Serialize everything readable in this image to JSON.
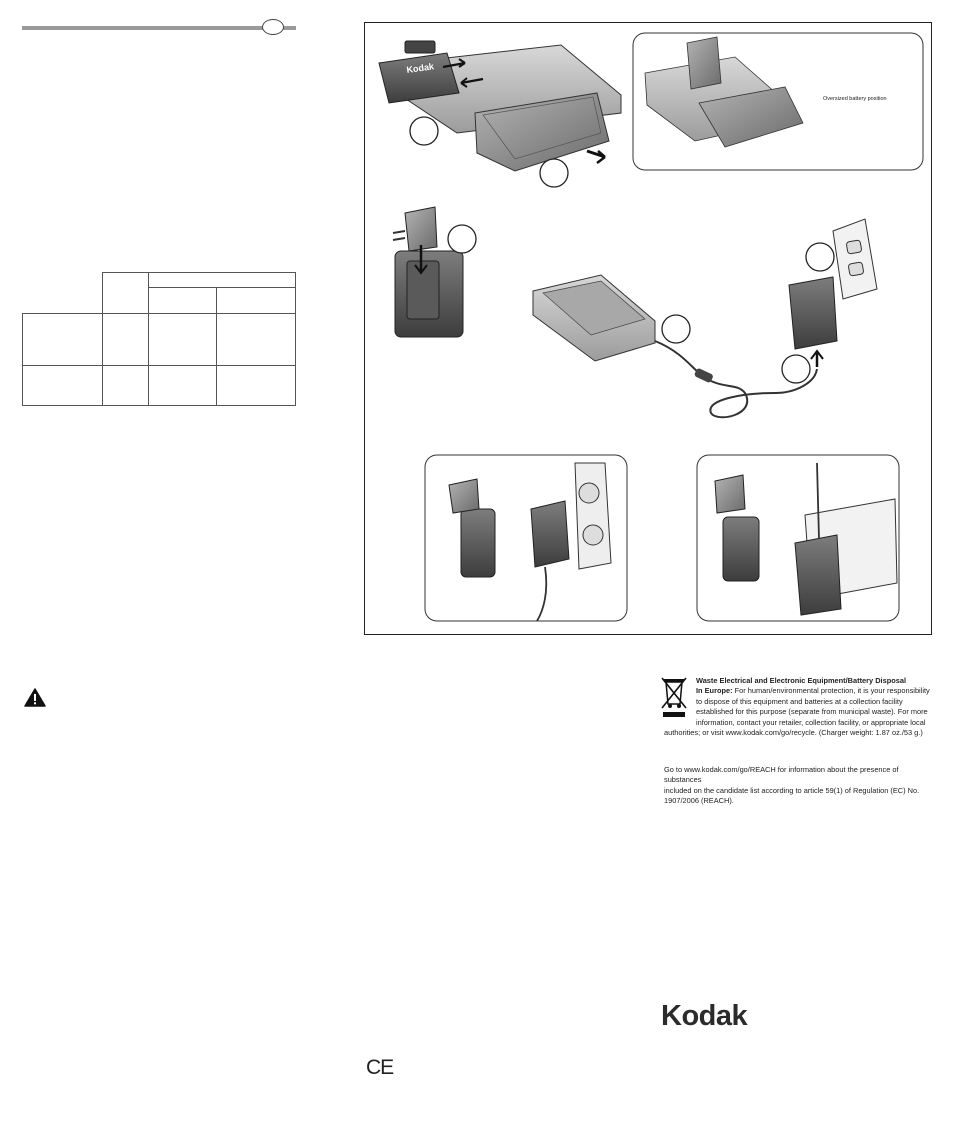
{
  "figure": {
    "brand_on_charger": "Kodak",
    "oversized_caption": "Oversized battery position"
  },
  "weee": {
    "title": "Waste Electrical and Electronic Equipment/Battery Disposal",
    "lead": "In Europe:",
    "line1": "For human/environmental protection, it is your responsibility",
    "line2": "to dispose of this equipment and batteries at a collection facility",
    "line3": "established for this purpose (separate from municipal waste). For more",
    "line4": "information, contact your retailer, collection facility, or appropriate local",
    "line5": "authorities; or visit www.kodak.com/go/recycle. (Charger weight: 1.87 oz./53 g.)"
  },
  "reach": {
    "line1": "Go to www.kodak.com/go/REACH for information about the presence of substances",
    "line2": "included on the candidate list according to article 59(1) of Regulation (EC) No.",
    "line3": "1907/2006 (REACH)."
  },
  "brand": "Kodak",
  "ce_mark": "CE"
}
